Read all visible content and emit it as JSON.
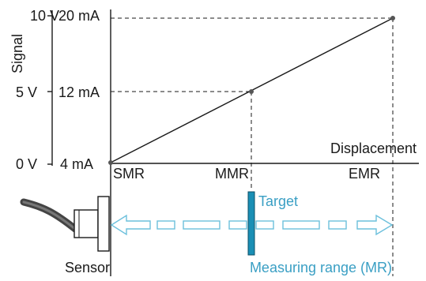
{
  "signal": {
    "axis_label": "Signal",
    "levels": [
      {
        "voltage": "10 V",
        "current": "20 mA"
      },
      {
        "voltage": "5 V",
        "current": "12 mA"
      },
      {
        "voltage": "0 V",
        "current": "4 mA"
      }
    ]
  },
  "displacement": {
    "axis_label": "Displacement",
    "points": [
      "SMR",
      "MMR",
      "EMR"
    ]
  },
  "labels": {
    "target": "Target",
    "sensor": "Sensor",
    "measuring_range": "Measuring range (MR)"
  },
  "colors": {
    "accent": "#3a9fc4",
    "target_fill": "#1a8fb5",
    "arrow_outline": "#6cc0dc",
    "line": "#1a1a1a"
  },
  "icons": {
    "sensor": "sensor-icon",
    "target": "target-plate-icon"
  }
}
